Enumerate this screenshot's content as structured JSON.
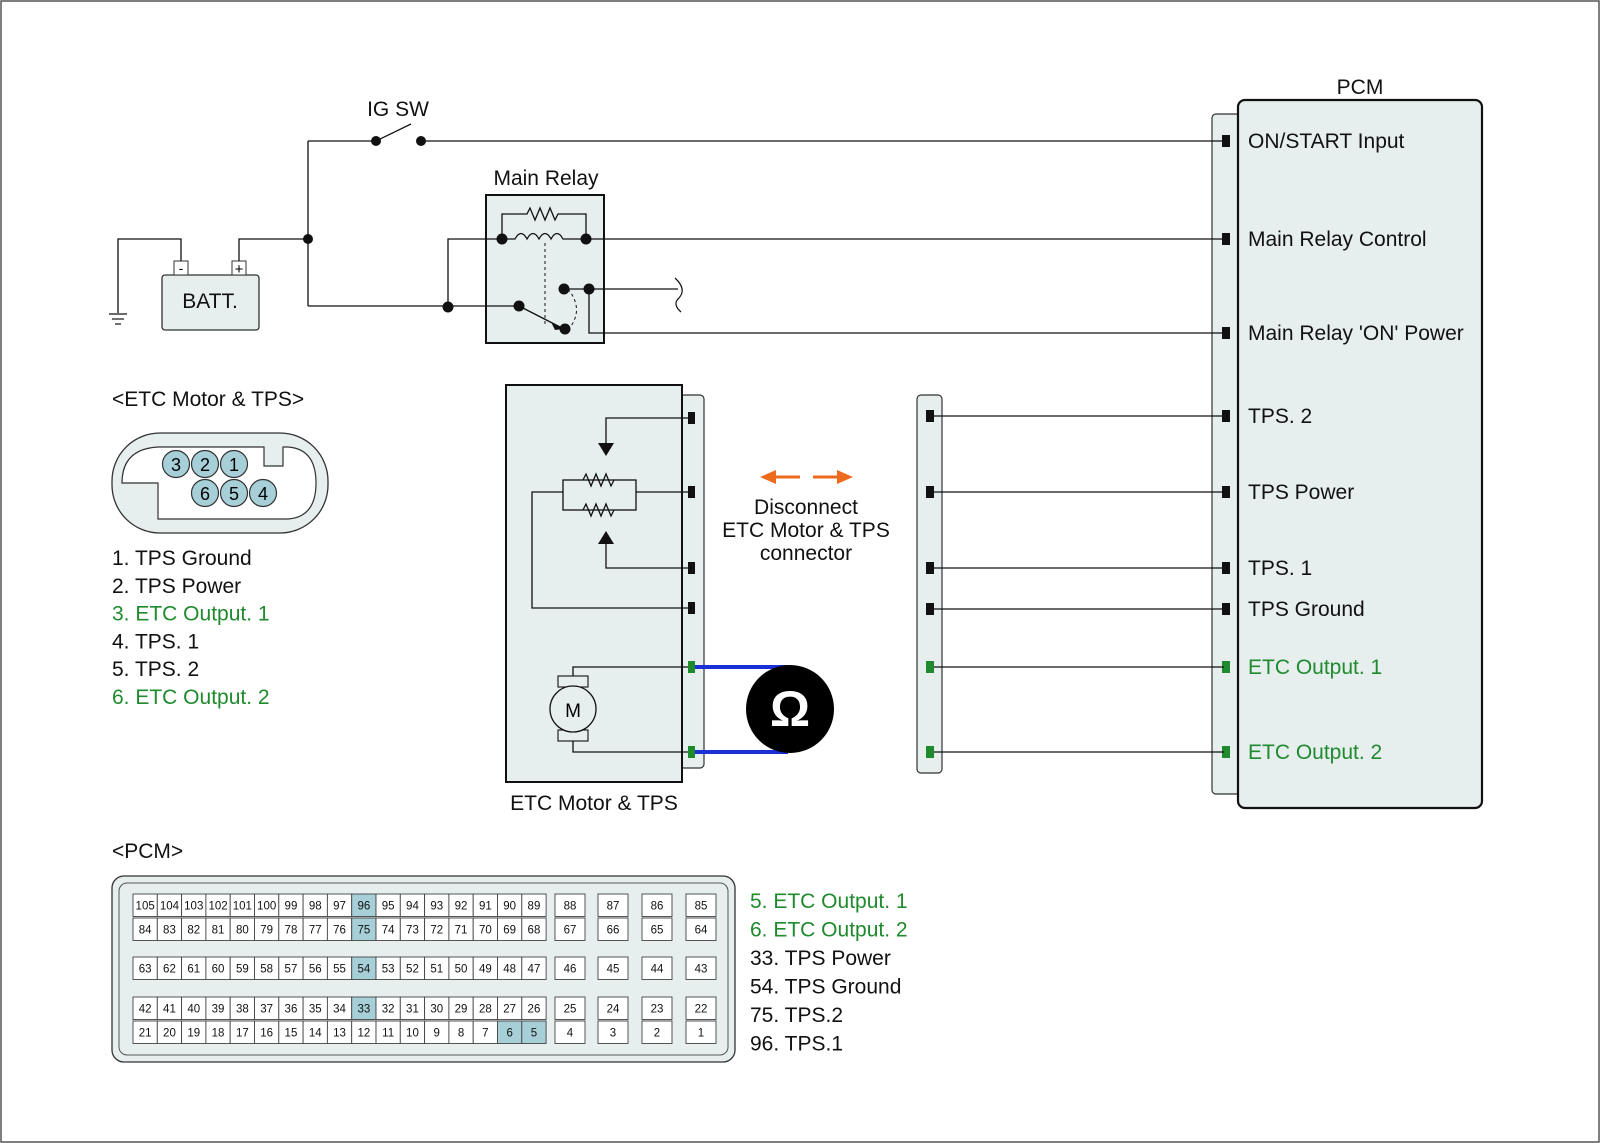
{
  "colors": {
    "green_text": "#1f8a2e",
    "box_fill": "#e6eeee",
    "highlight_pin": "#a6cfd8",
    "arrow_orange": "#ee6a1c",
    "probe_wire": "#1a2fd6",
    "meter": "#000000"
  },
  "circuit": {
    "pcm_title": "PCM",
    "ig_sw": "IG SW",
    "main_relay": "Main Relay",
    "batt": "BATT.",
    "batt_neg": "-",
    "batt_pos": "+",
    "pcm_pins": [
      {
        "label": "ON/START Input",
        "green": false
      },
      {
        "label": "Main Relay Control",
        "green": false
      },
      {
        "label": "Main Relay 'ON' Power",
        "green": false
      },
      {
        "label": "TPS. 2",
        "green": false
      },
      {
        "label": "TPS Power",
        "green": false
      },
      {
        "label": "TPS. 1",
        "green": false
      },
      {
        "label": "TPS Ground",
        "green": false
      },
      {
        "label": "ETC Output. 1",
        "green": true
      },
      {
        "label": "ETC Output. 2",
        "green": true
      }
    ],
    "etc_box_label": "ETC Motor & TPS",
    "motor_symbol": "M",
    "ohm_symbol": "Ω",
    "disconnect_note": [
      "Disconnect",
      "ETC Motor & TPS",
      "connector"
    ]
  },
  "etc_connector": {
    "title": "<ETC Motor & TPS>",
    "pins_top": [
      "3",
      "2",
      "1"
    ],
    "pins_bottom": [
      "6",
      "5",
      "4"
    ],
    "legend": [
      {
        "text": "1. TPS Ground",
        "green": false
      },
      {
        "text": "2. TPS Power",
        "green": false
      },
      {
        "text": "3. ETC Output. 1",
        "green": true
      },
      {
        "text": "4. TPS. 1",
        "green": false
      },
      {
        "text": "5. TPS. 2",
        "green": false
      },
      {
        "text": "6. ETC Output. 2",
        "green": true
      }
    ]
  },
  "pcm_connector": {
    "title": "<PCM>",
    "rows": [
      [
        "105",
        "104",
        "103",
        "102",
        "101",
        "100",
        "99",
        "98",
        "97",
        "96",
        "95",
        "94",
        "93",
        "92",
        "91",
        "90",
        "89"
      ],
      [
        "84",
        "83",
        "82",
        "81",
        "80",
        "79",
        "78",
        "77",
        "76",
        "75",
        "74",
        "73",
        "72",
        "71",
        "70",
        "69",
        "68"
      ],
      [
        "63",
        "62",
        "61",
        "60",
        "59",
        "58",
        "57",
        "56",
        "55",
        "54",
        "53",
        "52",
        "51",
        "50",
        "49",
        "48",
        "47"
      ],
      [
        "42",
        "41",
        "40",
        "39",
        "38",
        "37",
        "36",
        "35",
        "34",
        "33",
        "32",
        "31",
        "30",
        "29",
        "28",
        "27",
        "26"
      ],
      [
        "21",
        "20",
        "19",
        "18",
        "17",
        "16",
        "15",
        "14",
        "13",
        "12",
        "11",
        "10",
        "9",
        "8",
        "7",
        "6",
        "5"
      ]
    ],
    "side_rows": [
      [
        "88",
        "87",
        "86",
        "85"
      ],
      [
        "67",
        "66",
        "65",
        "64"
      ],
      [
        "46",
        "45",
        "44",
        "43"
      ],
      [
        "25",
        "24",
        "23",
        "22"
      ],
      [
        "4",
        "3",
        "2",
        "1"
      ]
    ],
    "highlighted": [
      "96",
      "75",
      "54",
      "33",
      "6",
      "5"
    ],
    "legend": [
      {
        "text": "5. ETC Output. 1",
        "green": true
      },
      {
        "text": "6. ETC Output. 2",
        "green": true
      },
      {
        "text": "33. TPS Power",
        "green": false
      },
      {
        "text": "54. TPS Ground",
        "green": false
      },
      {
        "text": "75. TPS.2",
        "green": false
      },
      {
        "text": "96. TPS.1",
        "green": false
      }
    ]
  }
}
